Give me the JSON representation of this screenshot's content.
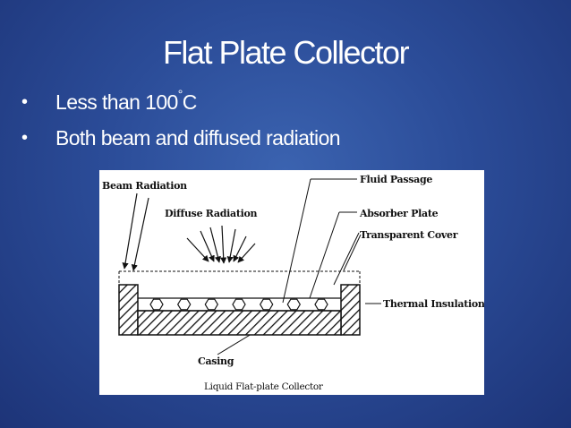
{
  "slide": {
    "title": "Flat Plate Collector",
    "bullets": [
      {
        "main": "Less than 100",
        "sup": "°",
        "unit": "C"
      },
      {
        "main": "Both beam and diffused radiation",
        "sup": "",
        "unit": ""
      }
    ],
    "bullet_symbol": "•"
  },
  "diagram": {
    "labels": {
      "beam_radiation": "Beam Radiation",
      "diffuse_radiation": "Diffuse Radiation",
      "fluid_passage": "Fluid Passage",
      "absorber_plate": "Absorber Plate",
      "transparent_cover": "Transparent Cover",
      "thermal_insulation": "Thermal Insulation",
      "casing": "Casing"
    },
    "caption": "Liquid Flat-plate Collector",
    "fluid_tube_count": 7
  },
  "colors": {
    "background": "#2b4c98",
    "text": "#ffffff",
    "panel": "#ffffff",
    "ink": "#111111"
  }
}
